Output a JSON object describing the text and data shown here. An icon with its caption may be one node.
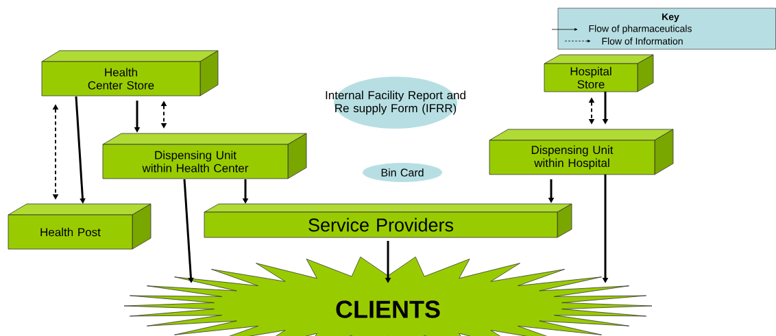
{
  "diagram": {
    "nodes": [
      {
        "text": [
          "Health Center Store"
        ]
      },
      {
        "text": [
          "Internal Facility Report and Re supply Form (IFRR)"
        ]
      },
      {
        "text": [
          "Hospital Store"
        ]
      },
      {
        "text": [
          "Dispensing Unit within Health Center"
        ]
      },
      {
        "text": [
          "Dispensing Unit within Hospital"
        ]
      },
      {
        "text": [
          "Bin Card"
        ]
      },
      {
        "text": [
          "Health Post"
        ]
      },
      {
        "text": [
          "Service Providers"
        ]
      },
      {
        "text": [
          "CLIENTS"
        ]
      }
    ],
    "edges": [
      {
        "from": 0,
        "to": 6,
        "arrow": "to"
      },
      {
        "from": 0,
        "to": 6,
        "arrow": "both",
        "style": "dashed"
      },
      {
        "from": 0,
        "to": 3,
        "arrow": "to"
      },
      {
        "from": 0,
        "to": 3,
        "arrow": "both",
        "style": "dashed"
      },
      {
        "from": 3,
        "to": 7,
        "arrow": "to"
      },
      {
        "from": 3,
        "to": 8,
        "arrow": "to"
      },
      {
        "from": 2,
        "to": 4,
        "arrow": "to"
      },
      {
        "from": 2,
        "to": 4,
        "arrow": "both",
        "style": "dashed"
      },
      {
        "from": 4,
        "to": 7,
        "arrow": "to"
      },
      {
        "from": 4,
        "to": 8,
        "arrow": "to"
      },
      {
        "from": 7,
        "to": 8,
        "arrow": "to"
      }
    ],
    "labels": [
      "Key"
    ],
    "legend": [
      {
        "text": "Flow of pharmaceuticals"
      },
      {
        "text": "Flow of Information"
      }
    ]
  }
}
